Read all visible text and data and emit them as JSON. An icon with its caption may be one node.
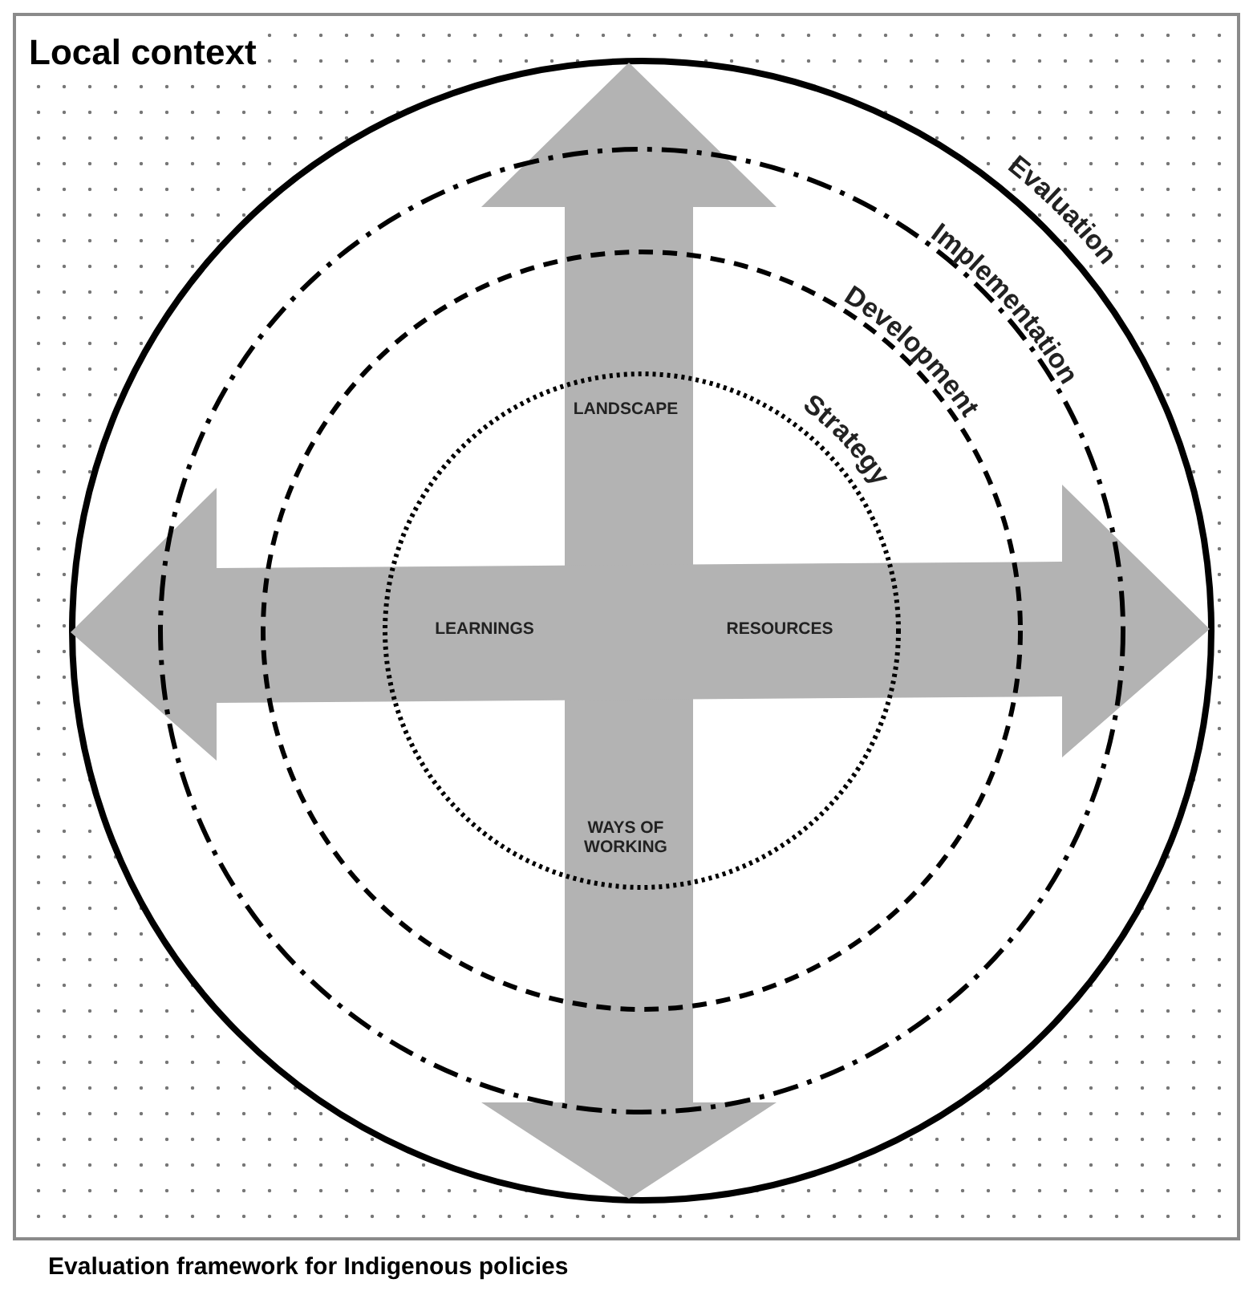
{
  "diagram": {
    "caption": "Evaluation framework for Indigenous policies",
    "nodes": [
      {
        "text": [
          "Local context"
        ]
      },
      {
        "text": [
          "Evaluation"
        ],
        "in": 0
      },
      {
        "text": [
          "Implementation"
        ],
        "in": 1
      },
      {
        "text": [
          "Development"
        ],
        "in": 2
      },
      {
        "text": [
          "Strategy"
        ],
        "in": 3
      }
    ],
    "labels": [
      "LANDSCAPE",
      "LEARNINGS",
      "RESOURCES",
      "WAYS OF WORKING"
    ]
  }
}
